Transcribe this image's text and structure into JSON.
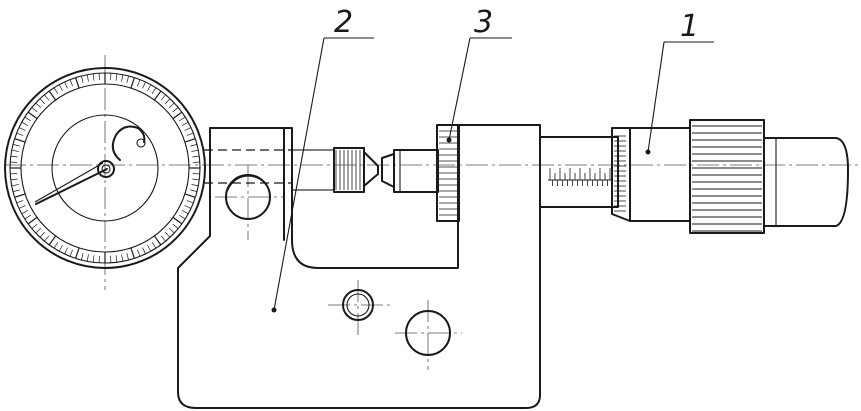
{
  "callouts": [
    {
      "id": "1",
      "label": "1"
    },
    {
      "id": "2",
      "label": "2"
    },
    {
      "id": "3",
      "label": "3"
    }
  ],
  "line_color": "#1a1a1a"
}
